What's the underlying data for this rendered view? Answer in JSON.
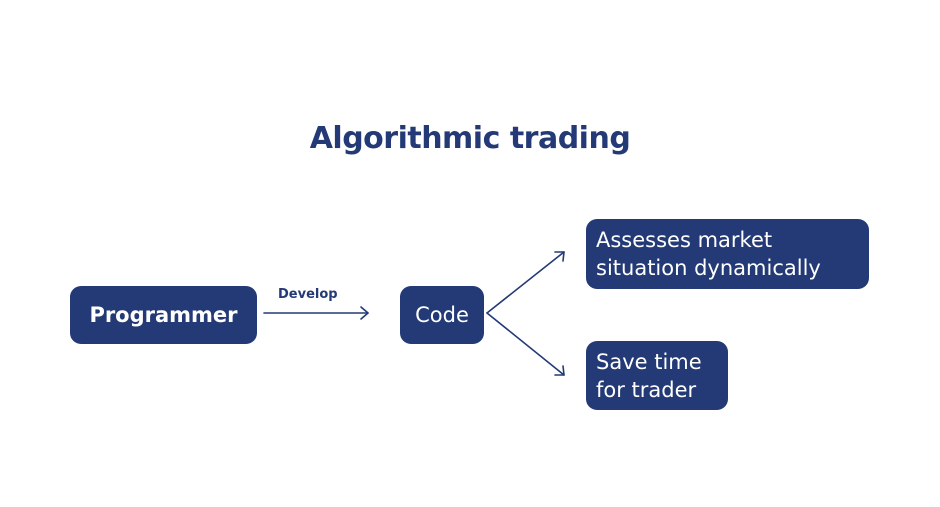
{
  "title": "Algorithmic trading",
  "nodes": {
    "programmer": "Programmer",
    "code": "Code",
    "assess": {
      "line1": "Assesses market",
      "line2": "situation dynamically"
    },
    "save": {
      "line1": "Save time",
      "line2": "for trader"
    }
  },
  "edges": {
    "develop_label": "Develop"
  },
  "colors": {
    "primary": "#233a76",
    "background": "#ffffff"
  }
}
